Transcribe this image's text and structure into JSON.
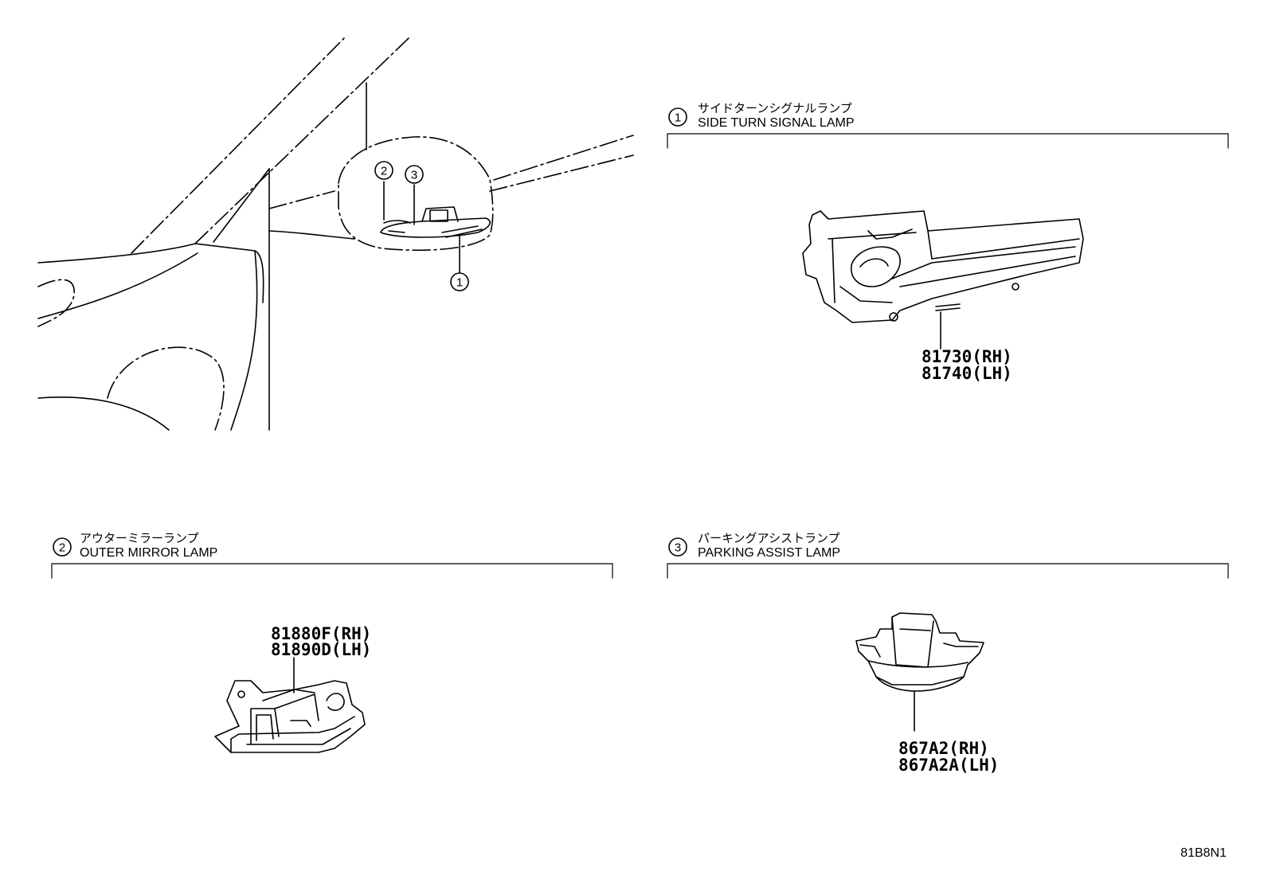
{
  "callouts": {
    "c1": "1",
    "c2": "2",
    "c3": "3"
  },
  "sections": {
    "side_turn": {
      "number": "1",
      "title_jp": "サイドターンシグナルランプ",
      "title_en": "SIDE TURN SIGNAL LAMP",
      "part_rh": "81730(RH)",
      "part_lh": "81740(LH)"
    },
    "outer_mirror": {
      "number": "2",
      "title_jp": "アウターミラーランプ",
      "title_en": "OUTER MIRROR LAMP",
      "part_rh": "81880F(RH)",
      "part_lh": "81890D(LH)"
    },
    "parking_assist": {
      "number": "3",
      "title_jp": "パーキングアシストランプ",
      "title_en": "PARKING ASSIST LAMP",
      "part_rh": "867A2(RH)",
      "part_lh": "867A2A(LH)"
    }
  },
  "diagram_code": "81B8N1"
}
